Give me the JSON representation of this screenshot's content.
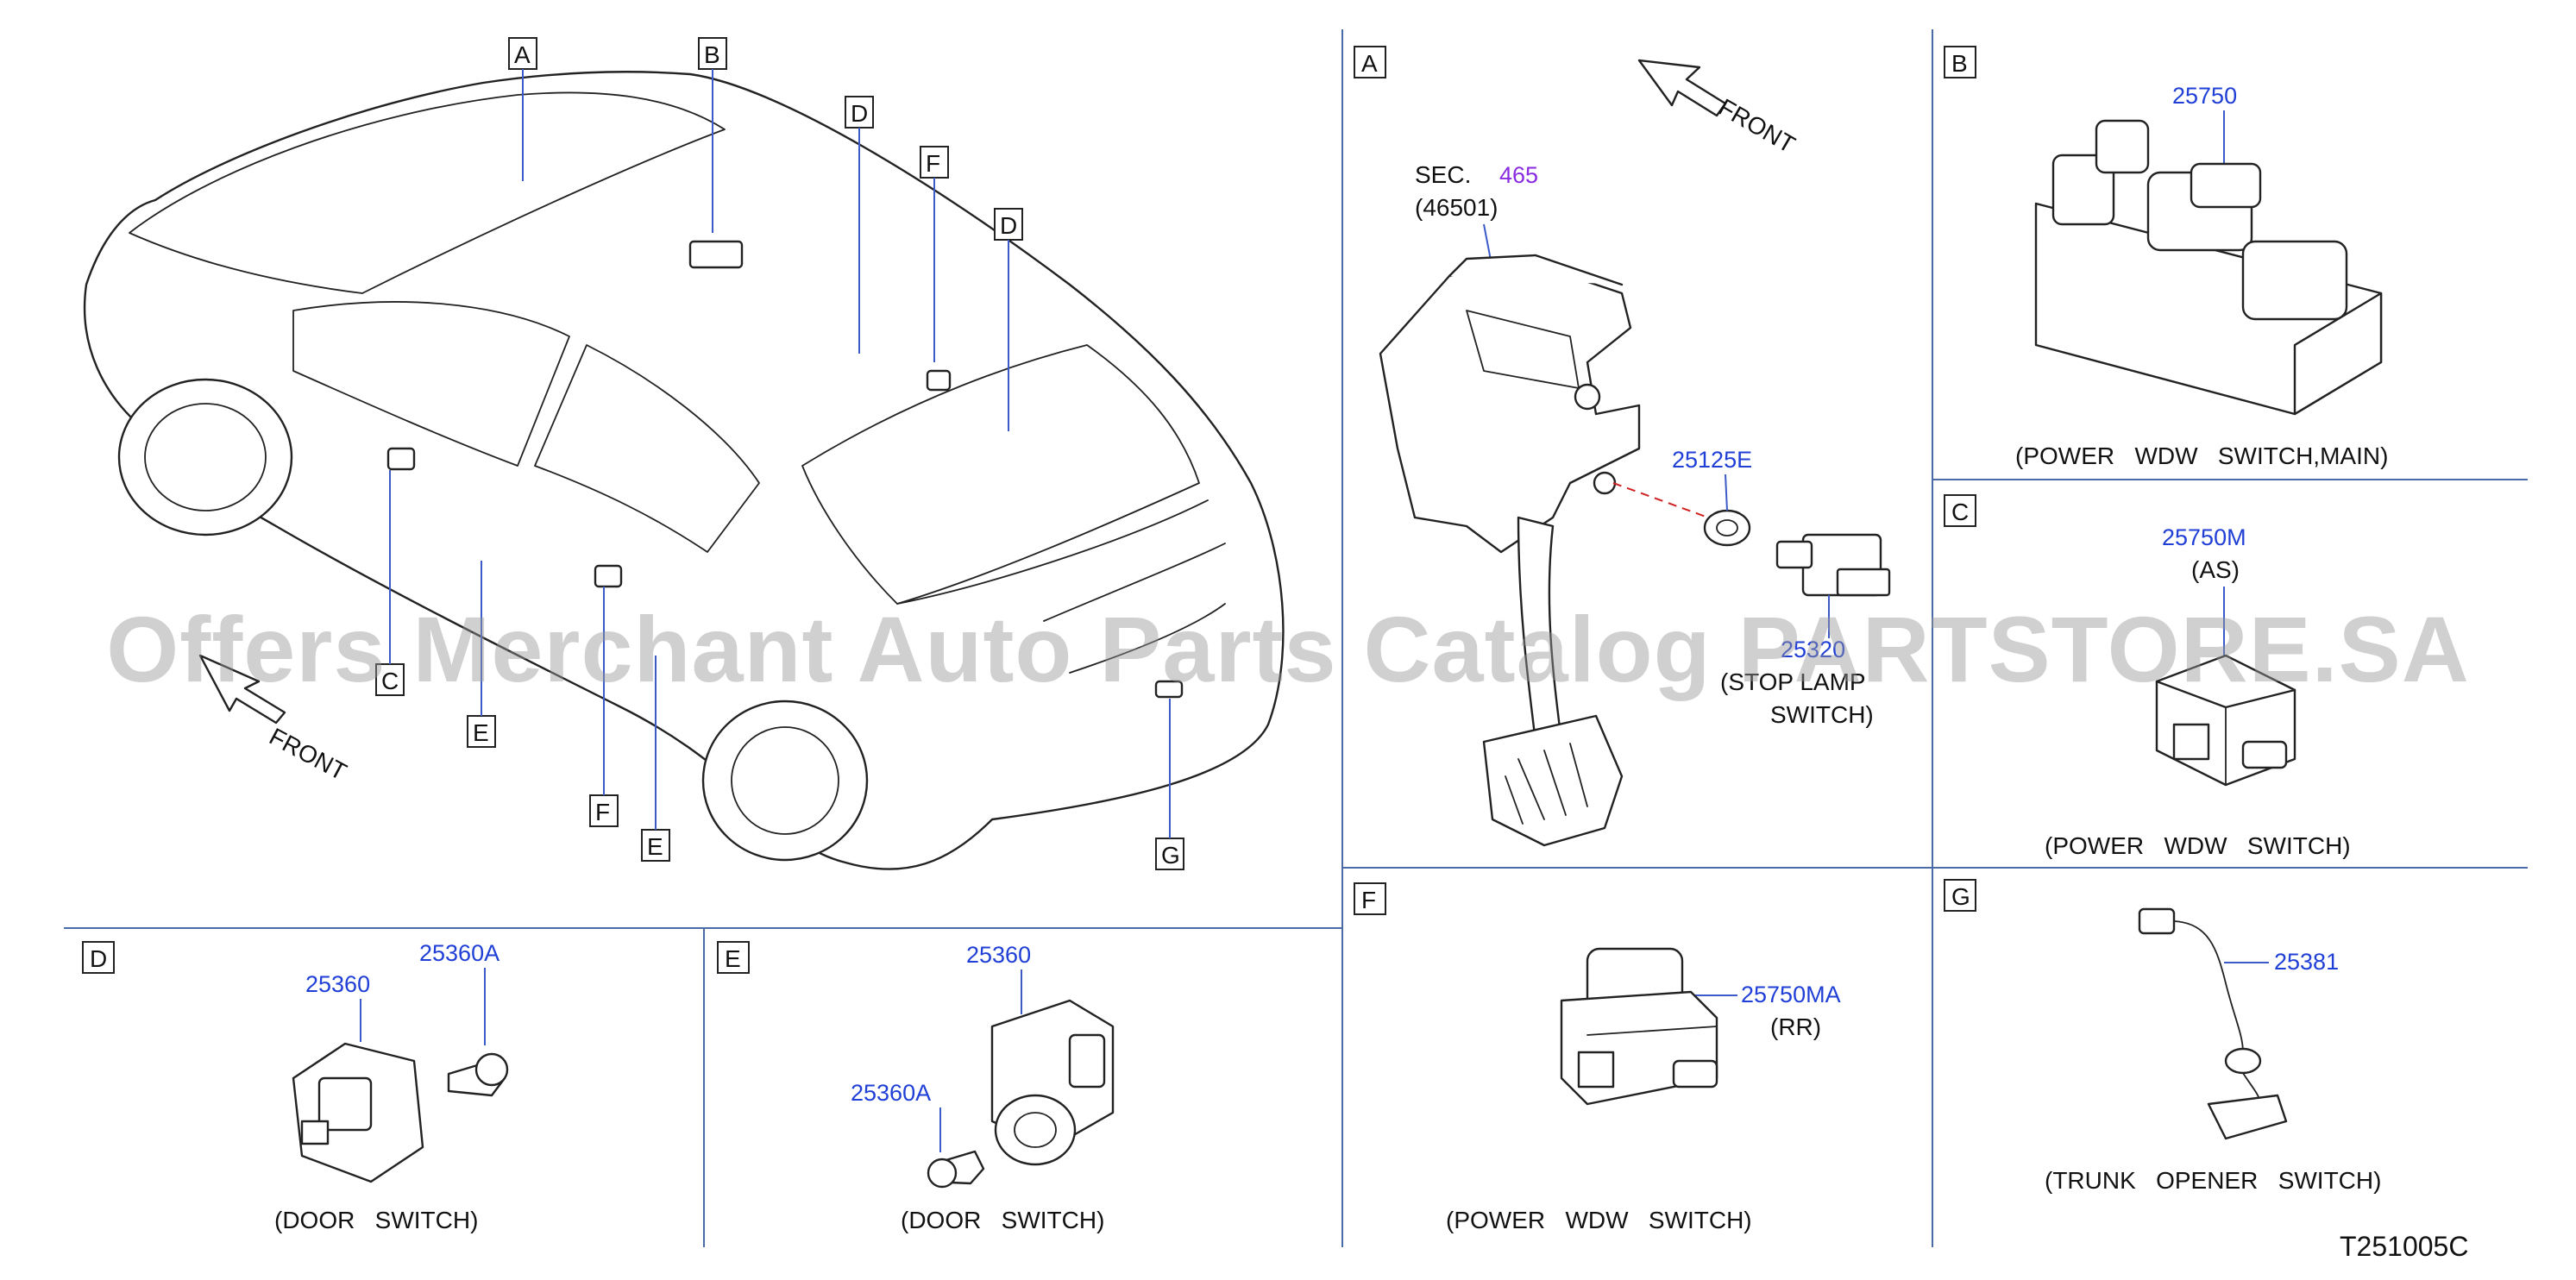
{
  "watermark": "Offers Merchant Auto Parts Catalog PARTSTORE.SA",
  "drawing_id": "T251005C",
  "overview": {
    "front_label": "FRONT",
    "callouts": [
      "A",
      "B",
      "D",
      "F",
      "D",
      "E",
      "F",
      "E",
      "G",
      "C"
    ]
  },
  "panel_a": {
    "letter": "A",
    "front_label": "FRONT",
    "sec_label": "SEC.",
    "sec_number": "465",
    "sec_ref": "(46501)",
    "part_bolt": "25125E",
    "part_switch": "25320",
    "caption_line1": "(STOP LAMP",
    "caption_line2": "SWITCH)"
  },
  "panel_b": {
    "letter": "B",
    "part": "25750",
    "caption": "(POWER   WDW   SWITCH,MAIN)"
  },
  "panel_c": {
    "letter": "C",
    "part": "25750M",
    "sub": "(AS)",
    "caption": "(POWER   WDW   SWITCH)"
  },
  "panel_d": {
    "letter": "D",
    "part1": "25360",
    "part2": "25360A",
    "caption": "(DOOR   SWITCH)"
  },
  "panel_e": {
    "letter": "E",
    "part1": "25360",
    "part2": "25360A",
    "caption": "(DOOR   SWITCH)"
  },
  "panel_f": {
    "letter": "F",
    "part": "25750MA",
    "sub": "(RR)",
    "caption": "(POWER   WDW   SWITCH)"
  },
  "panel_g": {
    "letter": "G",
    "part": "25381",
    "caption": "(TRUNK   OPENER   SWITCH)"
  },
  "colors": {
    "part_number": "#1f3fd6",
    "section_ref": "#8a2be2",
    "separator": "#4a6aa8",
    "leader": "#3b5bc8"
  }
}
